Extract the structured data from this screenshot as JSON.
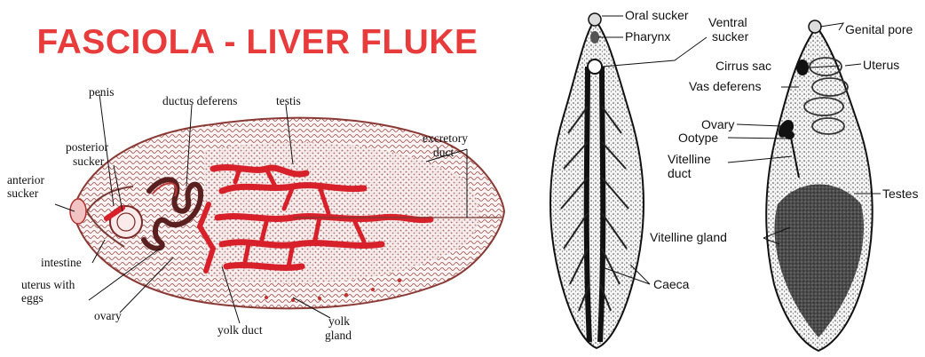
{
  "left_diagram": {
    "title": "FASCIOLA - LIVER FLUKE",
    "labels": {
      "penis": "penis",
      "ductus_deferens": "ductus deferens",
      "testis": "testis",
      "posterior_sucker_1": "posterior",
      "posterior_sucker_2": "sucker",
      "anterior_sucker_1": "anterior",
      "anterior_sucker_2": "sucker",
      "excretory_duct_1": "excretory",
      "excretory_duct_2": "duct",
      "intestine": "intestine",
      "uterus_1": "uterus with",
      "uterus_2": "eggs",
      "ovary": "ovary",
      "yolk_duct": "yolk duct",
      "yolk_gland_1": "yolk",
      "yolk_gland_2": "gland"
    },
    "colors": {
      "title": "#e83b3b",
      "organ_red": "#d8202a",
      "tissue": "#9a4a45"
    }
  },
  "right_diagram": {
    "labels": {
      "oral_sucker": "Oral sucker",
      "pharynx": "Pharynx",
      "ventral_sucker_1": "Ventral",
      "ventral_sucker_2": "sucker",
      "genital_pore": "Genital pore",
      "cirrus_sac": "Cirrus sac",
      "uterus": "Uterus",
      "vas_deferens": "Vas deferens",
      "ovary": "Ovary",
      "ootype": "Ootype",
      "vitelline_duct_1": "Vitelline",
      "vitelline_duct_2": "duct",
      "testes": "Testes",
      "vitelline_gland": "Vitelline gland",
      "caeca": "Caeca"
    }
  }
}
